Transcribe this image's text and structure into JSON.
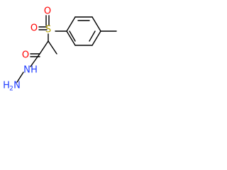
{
  "atoms": {
    "sulfur": "S",
    "oxygen_left": "O",
    "oxygen_right": "O",
    "carbonyl_oxygen": "O",
    "amide_nitrogen": "N",
    "amide_hydrogen": "H",
    "terminal_nitrogen": "N",
    "terminal_hydrogen": "H",
    "terminal_hydrogen_count": "2"
  },
  "colors": {
    "bond": "#000000",
    "sulfur": "#b5a000",
    "oxygen": "#ff0000",
    "nitrogen": "#1f3cff"
  }
}
